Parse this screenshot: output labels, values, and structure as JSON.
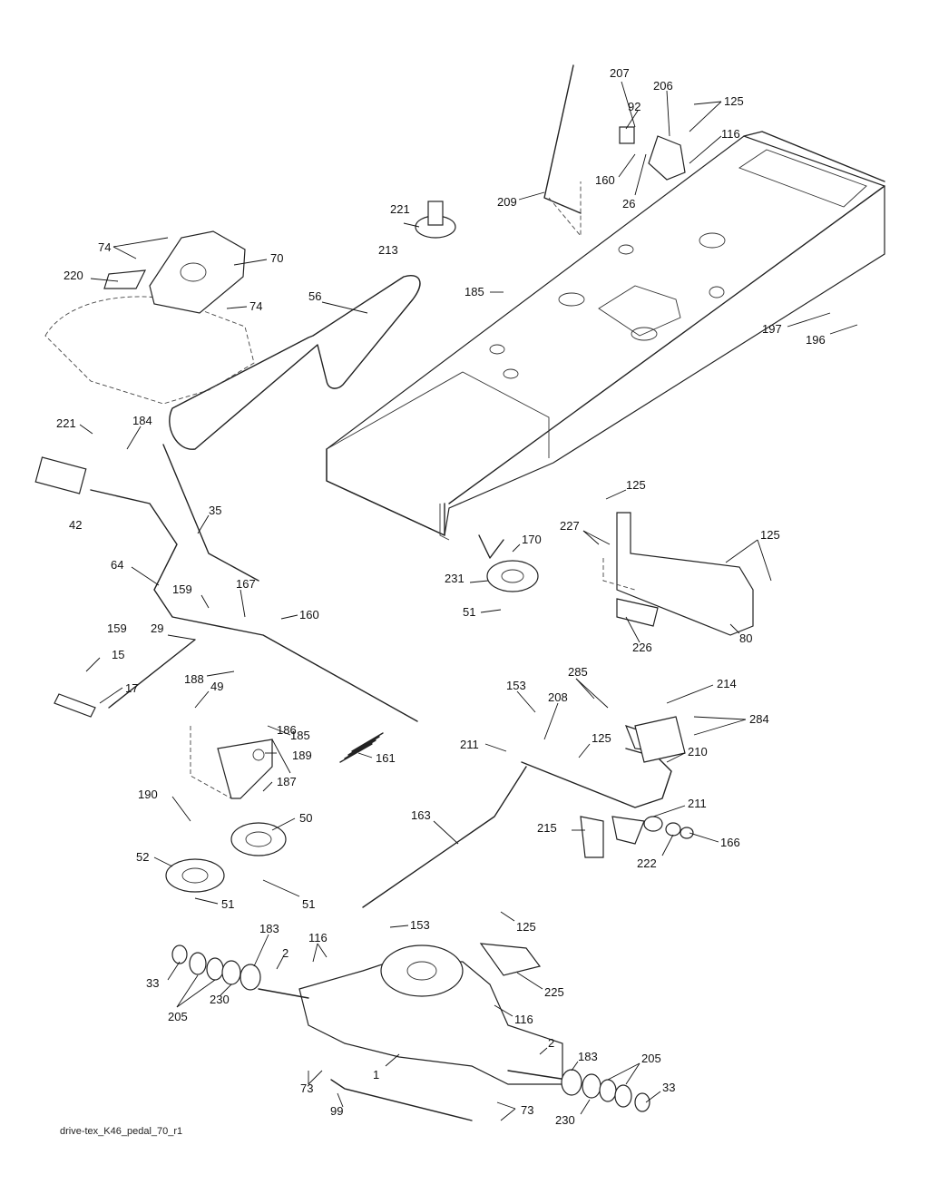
{
  "caption": "drive-tex_K46_pedal_70_r1",
  "labels": {
    "n207": "207",
    "n206": "206",
    "n92": "92",
    "n125a": "125",
    "n116a": "116",
    "n160a": "160",
    "n26": "26",
    "n209": "209",
    "n221a": "221",
    "n213": "213",
    "n74a": "74",
    "n70": "70",
    "n220": "220",
    "n74b": "74",
    "n56": "56",
    "n185a": "185",
    "n197": "197",
    "n196": "196",
    "n221b": "221",
    "n184": "184",
    "n42": "42",
    "n35": "35",
    "n64": "64",
    "n159a": "159",
    "n167": "167",
    "n160b": "160",
    "n159b": "159",
    "n29": "29",
    "n15": "15",
    "n17": "17",
    "n188": "188",
    "n125b": "125",
    "n227": "227",
    "n125c": "125",
    "n170": "170",
    "n231": "231",
    "n51a": "51",
    "n226": "226",
    "n80": "80",
    "n49": "49",
    "n185b": "185",
    "n186": "186",
    "n189": "189",
    "n161": "161",
    "n187": "187",
    "n190": "190",
    "n50": "50",
    "n52": "52",
    "n51b": "51",
    "n51c": "51",
    "n285": "285",
    "n214": "214",
    "n284": "284",
    "n153a": "153",
    "n208": "208",
    "n211a": "211",
    "n125d": "125",
    "n210": "210",
    "n163": "163",
    "n211b": "211",
    "n215": "215",
    "n222": "222",
    "n166": "166",
    "n153b": "153",
    "n125e": "125",
    "n183a": "183",
    "n116b": "116",
    "n2a": "2",
    "n33a": "33",
    "n205a": "205",
    "n230a": "230",
    "n225": "225",
    "n116c": "116",
    "n2b": "2",
    "n183b": "183",
    "n205b": "205",
    "n33b": "33",
    "n1": "1",
    "n73a": "73",
    "n73b": "73",
    "n99": "99",
    "n230b": "230"
  }
}
